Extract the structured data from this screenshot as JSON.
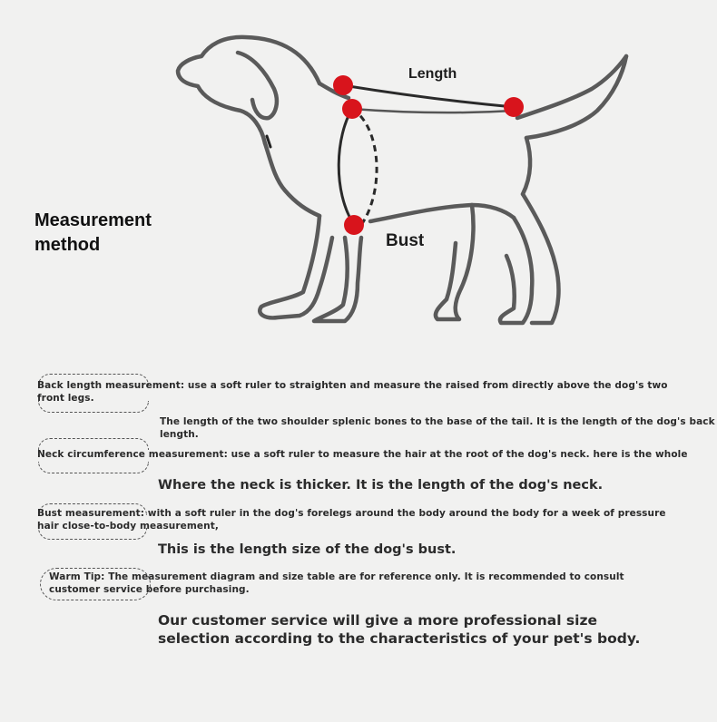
{
  "diagram": {
    "title_line1": "Measurement",
    "title_line2": "method",
    "length_label": "Length",
    "bust_label": "Bust",
    "marker_color": "#d8141c"
  },
  "notes": [
    {
      "heading": "Back length measurement:",
      "text": "use a soft ruler to straighten and measure the raised from directly above the dog's two front legs.",
      "detail": "The length of the two shoulder splenic bones to the base of the tail. It is the length of the dog's back length."
    },
    {
      "heading": "Neck circumference measurement:",
      "text": "use a soft ruler to measure the hair at the root of the dog's neck. here is the whole",
      "detail": "Where the neck is thicker. It is the length of the dog's neck."
    },
    {
      "heading": "Bust measurement:",
      "text": "with a soft ruler in the dog's forelegs around the body around the body for a week of pressure hair close-to-body measurement,",
      "detail": "This is the length size of the dog's bust."
    },
    {
      "heading": "Warm Tip:",
      "text": "The measurement diagram and size table are for reference only. It is recommended to consult customer service before purchasing.",
      "detail": "Our customer service will give a more professional size selection according to the characteristics of your pet's body."
    }
  ]
}
